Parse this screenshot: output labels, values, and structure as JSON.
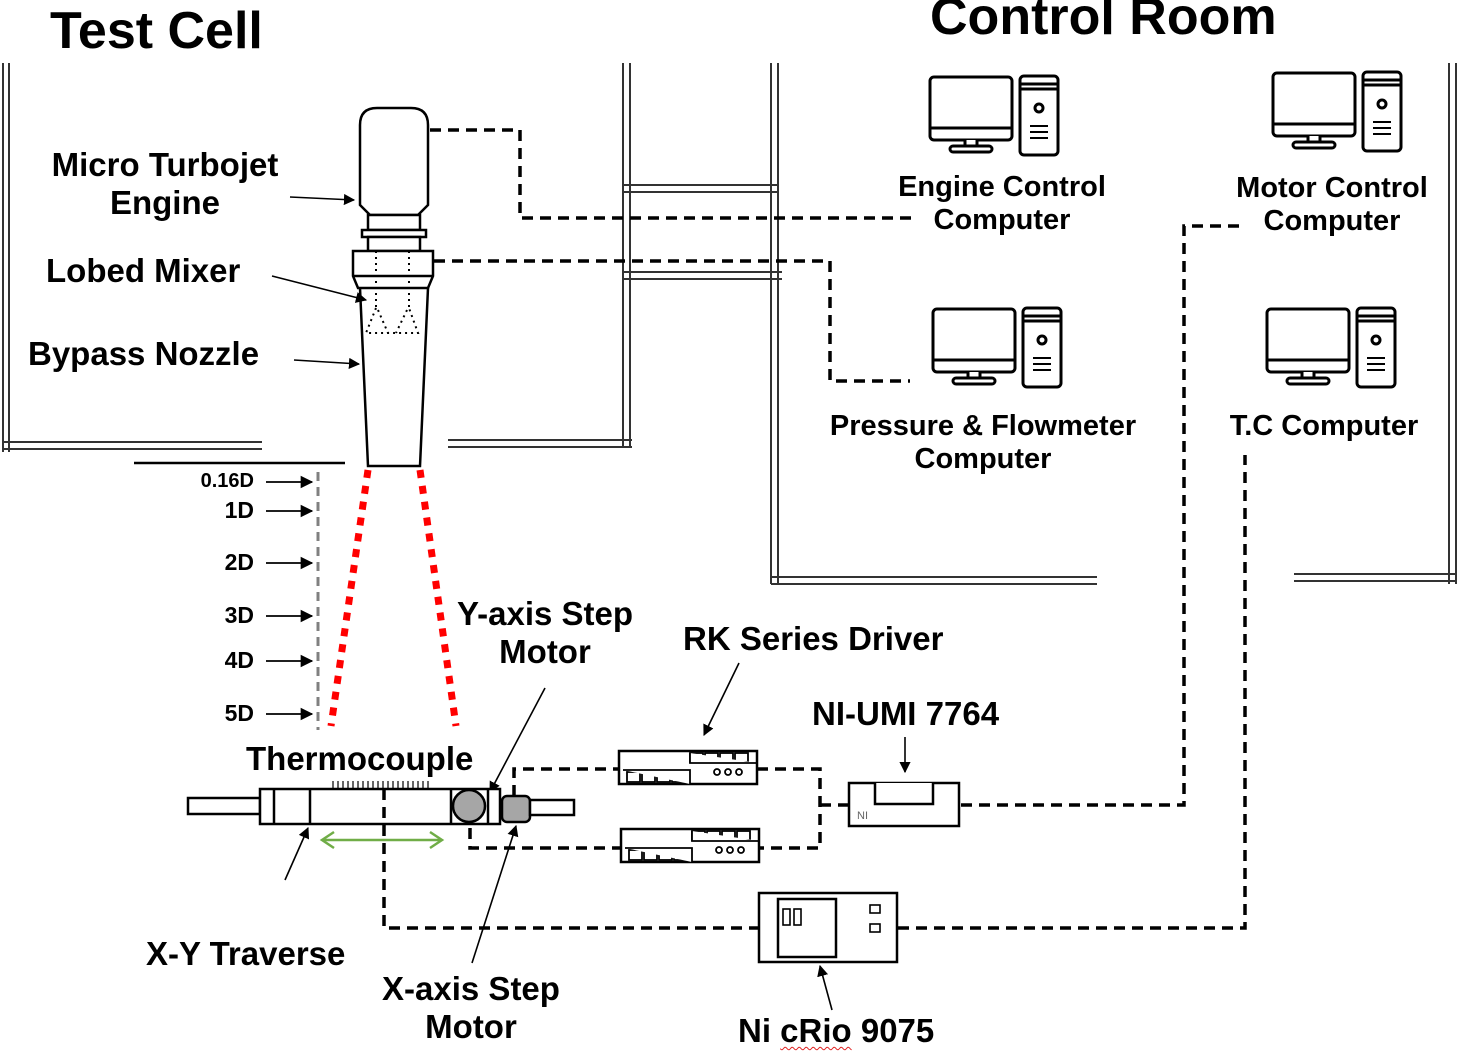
{
  "rooms": {
    "test_cell": "Test Cell",
    "control_room": "Control Room"
  },
  "engine": {
    "micro_turbojet_line1": "Micro Turbojet",
    "micro_turbojet_line2": "Engine",
    "lobed_mixer": "Lobed Mixer",
    "bypass_nozzle": "Bypass Nozzle"
  },
  "measurement_stations": [
    {
      "label": "0.16D"
    },
    {
      "label": "1D"
    },
    {
      "label": "2D"
    },
    {
      "label": "3D"
    },
    {
      "label": "4D"
    },
    {
      "label": "5D"
    }
  ],
  "traverse": {
    "thermocouple": "Thermocouple",
    "y_motor_line1": "Y-axis Step",
    "y_motor_line2": "Motor",
    "x_motor_line1": "X-axis Step",
    "x_motor_line2": "Motor",
    "xy_traverse": "X-Y Traverse"
  },
  "hardware": {
    "rk_driver": "RK Series Driver",
    "ni_umi": "NI-UMI 7764",
    "ni_umi_mark": "NI",
    "crio_prefix": "Ni ",
    "crio_name": "cRio",
    "crio_suffix": " 9075"
  },
  "computers": [
    {
      "id": "engine",
      "line1": "Engine Control",
      "line2": "Computer"
    },
    {
      "id": "motor",
      "line1": "Motor Control",
      "line2": "Computer"
    },
    {
      "id": "pressure",
      "line1": "Pressure & Flowmeter",
      "line2": "Computer"
    },
    {
      "id": "tc",
      "line1": "T.C Computer",
      "line2": ""
    }
  ],
  "colors": {
    "line": "#000000",
    "wall": "#333333",
    "jet_boundary": "#ff0000",
    "station_line": "#808080",
    "traverse_arrow": "#70ad47",
    "motor_fill": "#a6a6a6"
  }
}
